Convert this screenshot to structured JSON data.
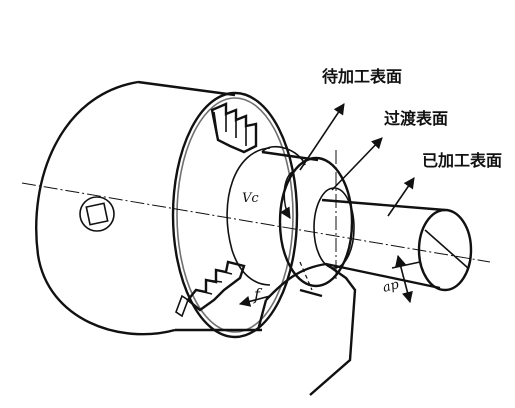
{
  "labels": {
    "unmachined_surface": "待加工表面",
    "transition_surface": "过渡表面",
    "machined_surface": "已加工表面",
    "cutting_speed": "Vc",
    "feed": "f",
    "depth_of_cut": "ap"
  }
}
